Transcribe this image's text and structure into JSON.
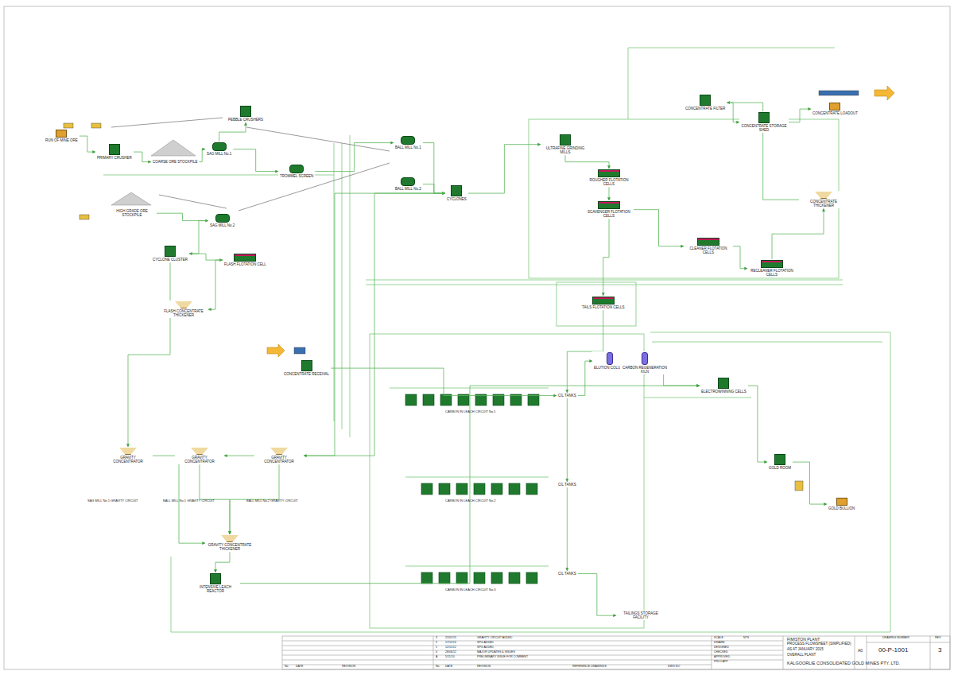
{
  "diagram": {
    "title": "FIMISTON PLANT",
    "nodes": [
      {
        "text": [
          "RUN OF MINE ORE"
        ]
      },
      {
        "text": [
          "PRIMARY CRUSHER"
        ]
      },
      {
        "text": [
          "COARSE ORE STOCKPILE"
        ]
      },
      {
        "text": [
          "SAG MILL No.1"
        ]
      },
      {
        "text": [
          "PEBBLE CRUSHERS"
        ]
      },
      {
        "text": [
          "TROMMEL SCREEN"
        ]
      },
      {
        "text": [
          "HIGH GRADE ORE STOCKPILE"
        ]
      },
      {
        "text": [
          "SAG MILL No.2"
        ]
      },
      {
        "text": [
          "CYCLONE CLUSTER"
        ]
      },
      {
        "text": [
          "FLASH FLOTATION CELL"
        ]
      },
      {
        "text": [
          "FLASH CONCENTRATE THICKENER"
        ]
      },
      {
        "text": [
          "BALL MILL No.1"
        ]
      },
      {
        "text": [
          "BALL MILL No.2"
        ]
      },
      {
        "text": [
          "CYCLONES"
        ]
      },
      {
        "text": [
          "ULTRAFINE GRINDING MILLS"
        ]
      },
      {
        "text": [
          "ROUGHER FLOTATION CELLS"
        ]
      },
      {
        "text": [
          "SCAVENGER FLOTATION CELLS"
        ]
      },
      {
        "text": [
          "CLEANER FLOTATION CELLS"
        ]
      },
      {
        "text": [
          "RECLEANER FLOTATION CELLS"
        ]
      },
      {
        "text": [
          "CONCENTRATE THICKENER"
        ]
      },
      {
        "text": [
          "CONCENTRATE FILTER"
        ]
      },
      {
        "text": [
          "CONCENTRATE LOADOUT"
        ]
      },
      {
        "text": [
          "CONCENTRATE STORAGE SHED"
        ]
      },
      {
        "text": [
          "TAILS FLOTATION CELLS"
        ]
      },
      {
        "text": [
          "GRAVITY CONCENTRATOR"
        ]
      },
      {
        "text": [
          "GRAVITY CONCENTRATOR"
        ]
      },
      {
        "text": [
          "GRAVITY CONCENTRATOR"
        ]
      },
      {
        "text": [
          "GRAVITY CONCENTRATE THICKENER"
        ]
      },
      {
        "text": [
          "INTENSIVE LEACH REACTOR"
        ]
      },
      {
        "text": [
          "CONCENTRATE RECEIVAL"
        ]
      },
      {
        "text": [
          "CIL TANKS"
        ]
      },
      {
        "text": [
          "CIL TANKS"
        ]
      },
      {
        "text": [
          "CIL TANKS"
        ]
      },
      {
        "text": [
          "ELUTION COLUMN"
        ]
      },
      {
        "text": [
          "CARBON REGENERATION KILN"
        ]
      },
      {
        "text": [
          "ELECTROWINNING CELLS"
        ]
      },
      {
        "text": [
          "GOLD ROOM"
        ]
      },
      {
        "text": [
          "GOLD BULLION"
        ]
      },
      {
        "text": [
          "TAILINGS STORAGE FACILITY"
        ]
      }
    ],
    "edges": [
      {
        "from": 0,
        "to": 1,
        "arrow": "to"
      },
      {
        "from": 1,
        "to": 2,
        "arrow": "to"
      },
      {
        "from": 2,
        "to": 3,
        "arrow": "to"
      },
      {
        "from": 3,
        "to": 4,
        "arrow": "to"
      },
      {
        "from": 3,
        "to": 5,
        "arrow": "to"
      },
      {
        "from": 5,
        "to": 11,
        "arrow": "to"
      },
      {
        "from": 6,
        "to": 7,
        "arrow": "to"
      },
      {
        "from": 7,
        "to": 8,
        "arrow": "to"
      },
      {
        "from": 8,
        "to": 9,
        "arrow": "to"
      },
      {
        "from": 9,
        "to": 10,
        "arrow": "to"
      },
      {
        "from": 11,
        "to": 13,
        "arrow": "to"
      },
      {
        "from": 12,
        "to": 13,
        "arrow": "to"
      },
      {
        "from": 13,
        "to": 14,
        "arrow": "to"
      },
      {
        "from": 14,
        "to": 15,
        "arrow": "to"
      },
      {
        "from": 15,
        "to": 16,
        "arrow": "to"
      },
      {
        "from": 16,
        "to": 17,
        "arrow": "to"
      },
      {
        "from": 17,
        "to": 18,
        "arrow": "to"
      },
      {
        "from": 18,
        "to": 19,
        "arrow": "to"
      },
      {
        "from": 19,
        "to": 20,
        "arrow": "to"
      },
      {
        "from": 20,
        "to": 22,
        "arrow": "to"
      },
      {
        "from": 22,
        "to": 21,
        "arrow": "to"
      },
      {
        "from": 16,
        "to": 23,
        "arrow": "to"
      },
      {
        "from": 23,
        "to": 30,
        "arrow": "to"
      },
      {
        "from": 29,
        "to": 30,
        "arrow": "to"
      },
      {
        "from": 8,
        "to": 24,
        "arrow": "to"
      },
      {
        "from": 13,
        "to": 25,
        "arrow": "to"
      },
      {
        "from": 13,
        "to": 26,
        "arrow": "to"
      },
      {
        "from": 24,
        "to": 27,
        "arrow": "to"
      },
      {
        "from": 25,
        "to": 27,
        "arrow": "to"
      },
      {
        "from": 26,
        "to": 27,
        "arrow": "to"
      },
      {
        "from": 27,
        "to": 28,
        "arrow": "to"
      },
      {
        "from": 28,
        "to": 35,
        "arrow": "to"
      },
      {
        "from": 30,
        "to": 31,
        "arrow": "to"
      },
      {
        "from": 31,
        "to": 32,
        "arrow": "to"
      },
      {
        "from": 32,
        "to": 38,
        "arrow": "to"
      },
      {
        "from": 30,
        "to": 33,
        "arrow": "to"
      },
      {
        "from": 33,
        "to": 34,
        "arrow": "to"
      },
      {
        "from": 33,
        "to": 35,
        "arrow": "to"
      },
      {
        "from": 35,
        "to": 36,
        "arrow": "to"
      },
      {
        "from": 36,
        "to": 37,
        "arrow": "to"
      }
    ],
    "labels": [
      "SAG MILL No.1 GRAVITY CIRCUIT",
      "BALL MILL No.1 GRAVITY CIRCUIT",
      "BALL MILL No.2 GRAVITY CIRCUIT",
      "CARBON IN LEACH CIRCUIT No.1",
      "CARBON IN LEACH CIRCUIT No.2",
      "CARBON IN LEACH CIRCUIT No.3",
      "3",
      "22/01/15",
      "GRAVITY CIRCUIT ADDED",
      "2",
      "17/11/13",
      "SPG ADDED",
      "1",
      "12/11/12",
      "SPG ADDED",
      "0",
      "28/06/12",
      "MAJOR UPDATES & ISSUES",
      "A",
      "5/11/10",
      "PRELIMINARY ISSUE FOR COMMENT",
      "No",
      "DATE",
      "REVISION",
      "No",
      "DATE",
      "REVISION",
      "REFERENCE DRAWINGS",
      "DWG NO",
      "SCALE",
      "DRAWN",
      "DESIGNED",
      "CHECKED",
      "APPROVED",
      "PROJ APP",
      "NTS",
      "PROCESS FLOWSHEET (SIMPLIFIED)",
      "AS AT JANUARY 2015",
      "OVERALL PLANT",
      "KALGOORLIE CONSOLIDATED GOLD MINES PTY. LTD.",
      "A0",
      "DRAWING NUMBER",
      "00-P-1001",
      "REV",
      "3"
    ]
  }
}
